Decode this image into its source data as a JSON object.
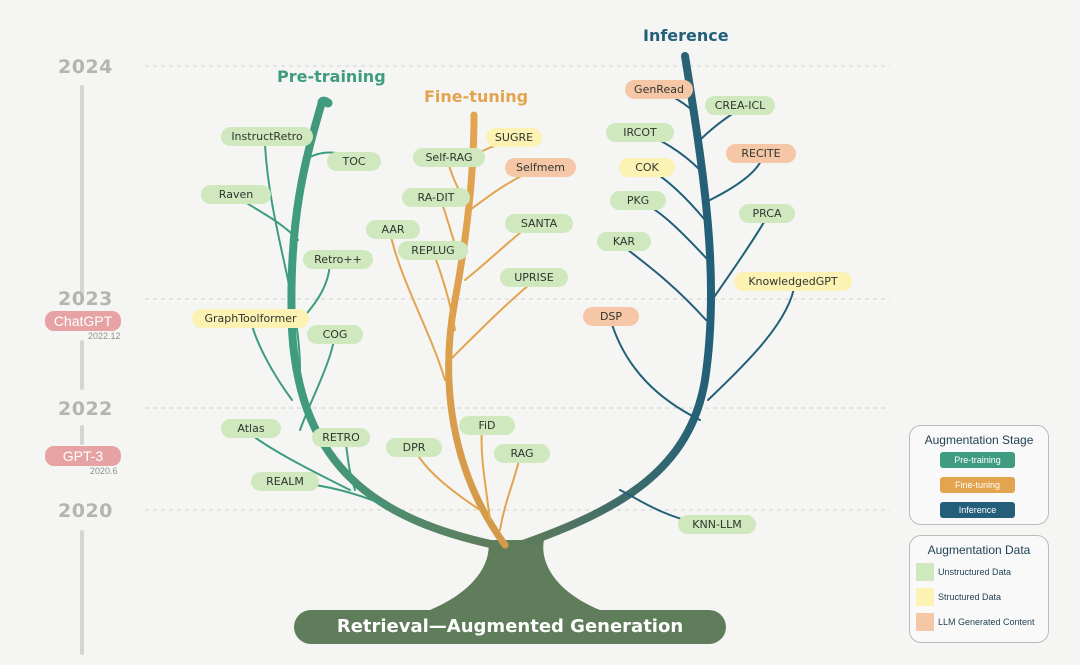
{
  "timeline": {
    "years": [
      "2024",
      "2023",
      "2022",
      "2020"
    ],
    "events": [
      {
        "label": "ChatGPT",
        "date": "2022.12"
      },
      {
        "label": "GPT-3",
        "date": "2020.6"
      }
    ]
  },
  "branches": {
    "pretraining": "Pre-training",
    "finetuning": "Fine-tuning",
    "inference": "Inference"
  },
  "root": "Retrieval—Augmented Generation",
  "nodes": {
    "pretraining": [
      "InstructRetro",
      "TOC",
      "Raven",
      "Retro++",
      "GraphToolformer",
      "COG",
      "Atlas",
      "RETRO",
      "REALM"
    ],
    "finetuning": [
      "SUGRE",
      "Self-RAG",
      "Selfmem",
      "RA-DIT",
      "AAR",
      "SANTA",
      "REPLUG",
      "UPRISE",
      "FiD",
      "DPR",
      "RAG"
    ],
    "inference": [
      "GenRead",
      "CREA-ICL",
      "IRCOT",
      "RECITE",
      "COK",
      "PKG",
      "PRCA",
      "KAR",
      "KnowledgedGPT",
      "DSP",
      "KNN-LLM"
    ]
  },
  "legend_stage": {
    "title": "Augmentation Stage",
    "items": [
      "Pre-training",
      "Fine-tuning",
      "Inference"
    ]
  },
  "legend_data": {
    "title": "Augmentation Data",
    "items": [
      "Unstructured Data",
      "Structured Data",
      "LLM Generated Content"
    ]
  },
  "colors": {
    "pretraining": "#3f9c80",
    "finetuning": "#e3a450",
    "inference": "#235f78",
    "trunk": "#5f7c5b",
    "unstructured": "#cfe8be",
    "structured": "#fbf2b4",
    "llm_generated": "#f6c7a7",
    "event": "#e7a3a3"
  }
}
